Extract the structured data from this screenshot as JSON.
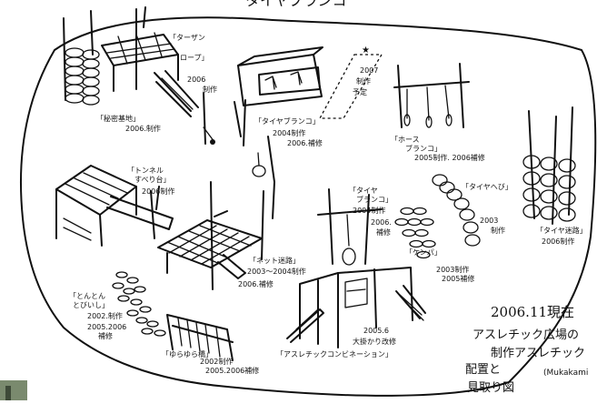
{
  "page_title": "タイヤブランコ",
  "map_title": {
    "line1": "2006.11現在",
    "line2": "アスレチック広場の",
    "line3": "制作アスレチック",
    "line4": "配置と",
    "line5": "見取り図",
    "author": "(Mukakami"
  },
  "labels": {
    "base": {
      "name": "「秘密基地」",
      "note": "2006.制作"
    },
    "tarzan": {
      "name": "「ターザン",
      "name2": "ロープ」",
      "note": "2006",
      "note2": "制作"
    },
    "tire_swing": {
      "name": "「タイヤブランコ」",
      "note": "2004制作",
      "note2": "2006.補修"
    },
    "plan_2007": {
      "l1": "2007",
      "l2": "制作",
      "l3": "予定"
    },
    "hose": {
      "name": "「ホース",
      "name2": "ブランコ」",
      "note": "2005制作. 2006補修"
    },
    "tunnel": {
      "name": "「トンネル",
      "name2": "すべり台」",
      "note": "2006制作"
    },
    "tire_swing2": {
      "name": "「タイヤ",
      "name2": "ブランコ」",
      "note": "2004制作",
      "note2": "2006.",
      "note3": "補修"
    },
    "tire_hedge": {
      "name": "「タイヤへび」",
      "note": "2003",
      "note2": "制作"
    },
    "tire_net": {
      "name": "「タイヤ迷路」",
      "note": "2006制作"
    },
    "net": {
      "name": "「ネット迷路」",
      "note": "2003～2004制作",
      "note2": "2006.補修"
    },
    "kappa": {
      "name": "「ケンパ」",
      "note": "2003制作",
      "note2": "2005補修"
    },
    "tonton": {
      "name": "「とんとん",
      "name2": "とびいし」",
      "note": "2002.制作",
      "note2": "2005.2006",
      "note3": "補修"
    },
    "combination": {
      "name": "「アスレチックコンビネーション」",
      "note": "2005.6",
      "note2": "大掛かり改修"
    },
    "yurayura": {
      "name": "「ゆらゆら橋」",
      "note": "2002制作",
      "note2": "2005.2006補修"
    }
  }
}
